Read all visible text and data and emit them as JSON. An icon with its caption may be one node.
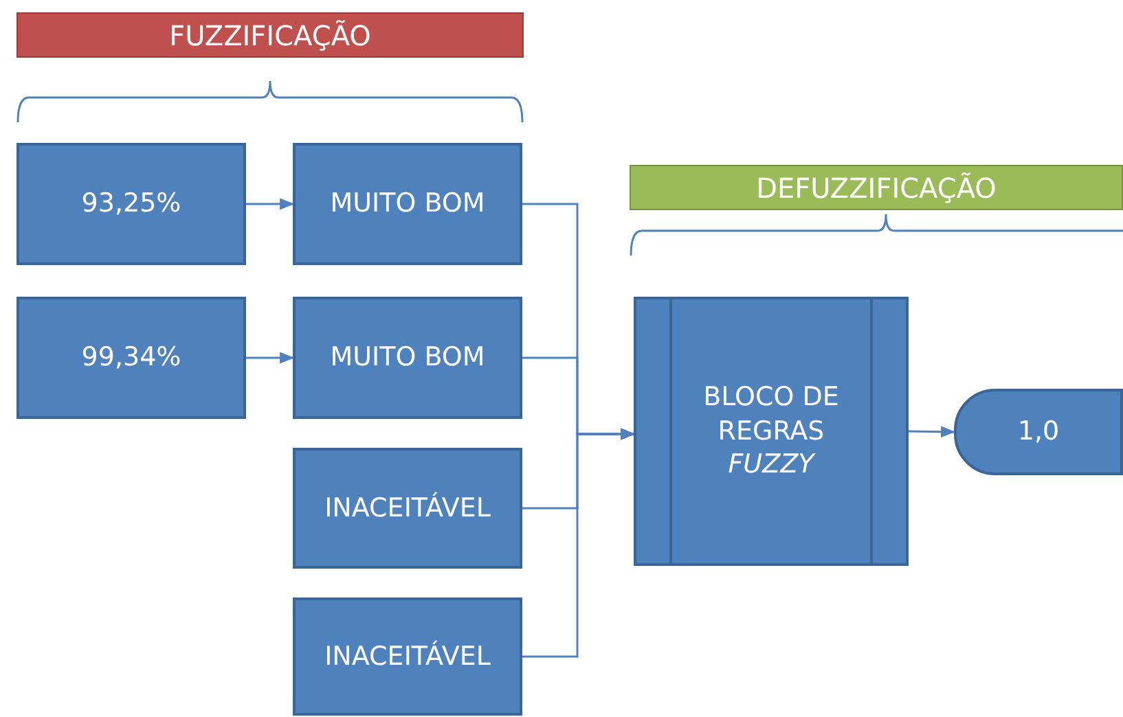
{
  "diagram": {
    "nodes": [
      {
        "text": [
          "FUZZIFICAÇÃO"
        ]
      },
      {
        "text": [
          "93,25%"
        ]
      },
      {
        "text": [
          "MUITO BOM"
        ]
      },
      {
        "text": [
          "99,34%"
        ]
      },
      {
        "text": [
          "MUITO BOM"
        ]
      },
      {
        "text": [
          "INACEITÁVEL"
        ]
      },
      {
        "text": [
          "INACEITÁVEL"
        ]
      },
      {
        "text": [
          "DEFUZZIFICAÇÃO"
        ]
      },
      {
        "text": [
          "BLOCO DE REGRAS *FUZZY*"
        ]
      },
      {
        "text": [
          "1,0"
        ]
      }
    ],
    "edges": [
      {
        "from": 1,
        "to": 2,
        "arrow": "to"
      },
      {
        "from": 3,
        "to": 4,
        "arrow": "to"
      },
      {
        "from": 2,
        "to": 8,
        "arrow": "to"
      },
      {
        "from": 4,
        "to": 8,
        "arrow": "to"
      },
      {
        "from": 5,
        "to": 8,
        "arrow": "to"
      },
      {
        "from": 6,
        "to": 8,
        "arrow": "to"
      },
      {
        "from": 8,
        "to": 9,
        "arrow": "to"
      }
    ]
  }
}
